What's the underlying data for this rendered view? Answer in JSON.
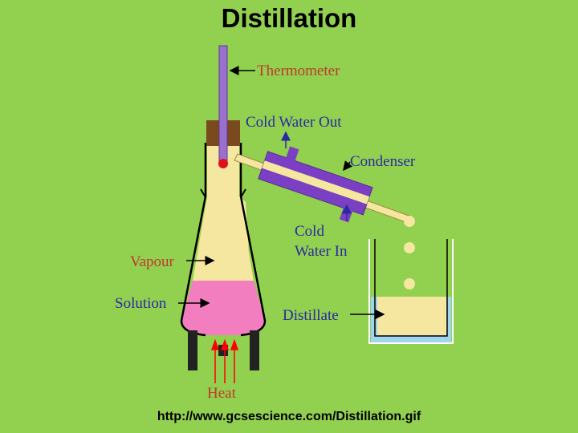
{
  "title": "Distillation",
  "labels": {
    "thermometer": "Thermometer",
    "cold_water_out": "Cold Water Out",
    "condenser": "Condenser",
    "cold_water_in_line1": "Cold",
    "cold_water_in_line2": "Water In",
    "vapour": "Vapour",
    "solution": "Solution",
    "distillate": "Distillate",
    "heat": "Heat"
  },
  "source_url": "http://www.gcsescience.com/Distillation.gif",
  "colors": {
    "background": "#92d050",
    "vapour": "#f5e6a0",
    "solution": "#f27ec0",
    "condenser": "#7b3fc4",
    "thermometer": "#9b6fd0",
    "stopper": "#7a4a1e",
    "beaker_water": "#9fd6ee",
    "arrow_red": "#ff0000",
    "label_red": "#c0392b",
    "label_blue": "#2a2aa0"
  }
}
